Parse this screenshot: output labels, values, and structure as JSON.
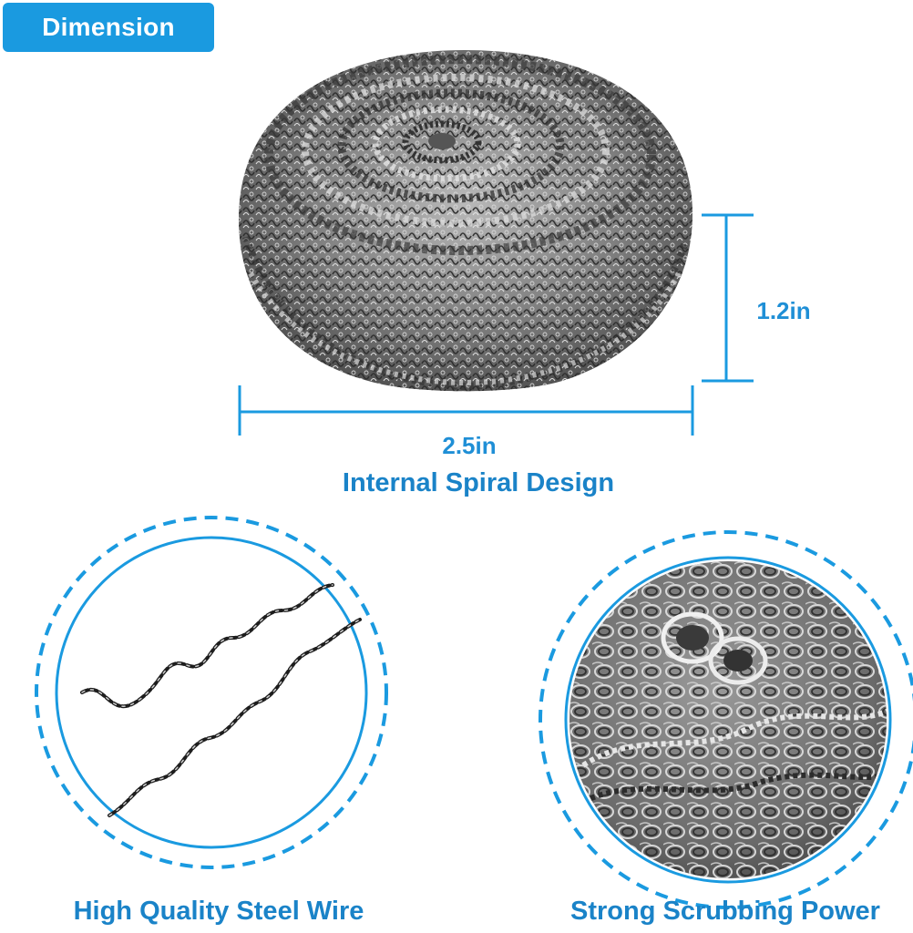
{
  "badge": {
    "label": "Dimension"
  },
  "dimensions": {
    "width_label": "2.5in",
    "height_label": "1.2in"
  },
  "subtitle": "Internal Spiral Design",
  "features": [
    {
      "label": "High Quality Steel Wire",
      "icon": "steel-wire-icon"
    },
    {
      "label": "Strong Scrubbing Power",
      "icon": "steel-coil-closeup"
    }
  ],
  "colors": {
    "accent": "#1a9ae0",
    "text_blue": "#1a83c8",
    "steel": "#8a8a8a"
  }
}
